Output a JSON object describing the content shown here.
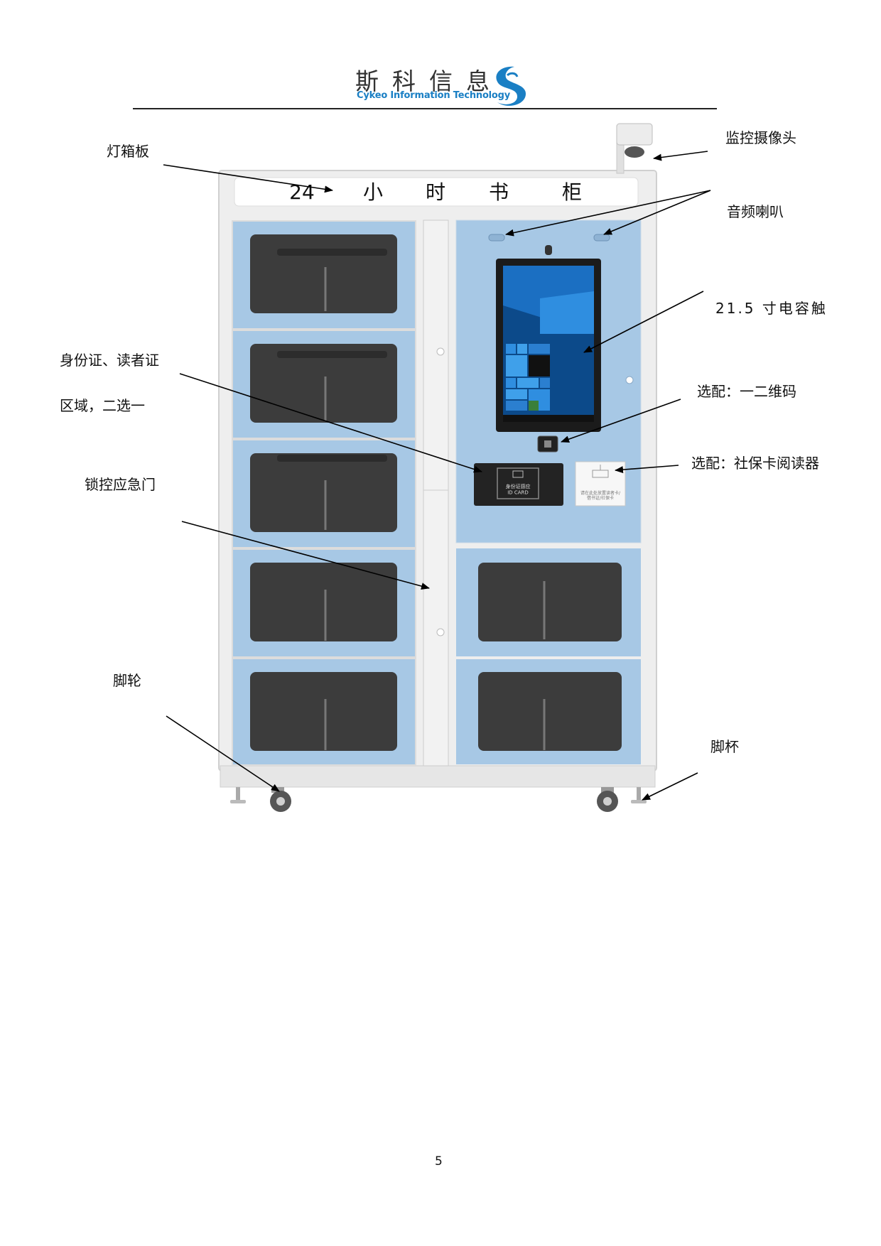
{
  "header": {
    "logo_cn": "斯科信息",
    "logo_en": "Cykeo Information Technology"
  },
  "cabinet": {
    "lightbox_text": [
      "24",
      "小",
      "时",
      "书",
      "柜"
    ],
    "id_reader_label": "身份证感应\nID CARD",
    "social_card_label": "请在此处放置读者卡/\n借书证/社保卡"
  },
  "annotations": {
    "lightbox": "灯箱板",
    "camera": "监控摄像头",
    "speaker": "音频喇叭",
    "touchscreen": "21.5 寸电容触",
    "id_area_line1": "身份证、读者证",
    "id_area_line2": "区域，二选一",
    "qr_option": "选配：一二维码",
    "social_card_option": "选配：社保卡阅读器",
    "emergency_door": "锁控应急门",
    "caster": "脚轮",
    "foot_cup": "脚杯"
  },
  "page": {
    "number": "5"
  },
  "colors": {
    "panel_blue": "#a7c8e5",
    "door_dark": "#3c3c3c",
    "frame": "#eeeeee",
    "logo_blue": "#1a7fc4"
  }
}
